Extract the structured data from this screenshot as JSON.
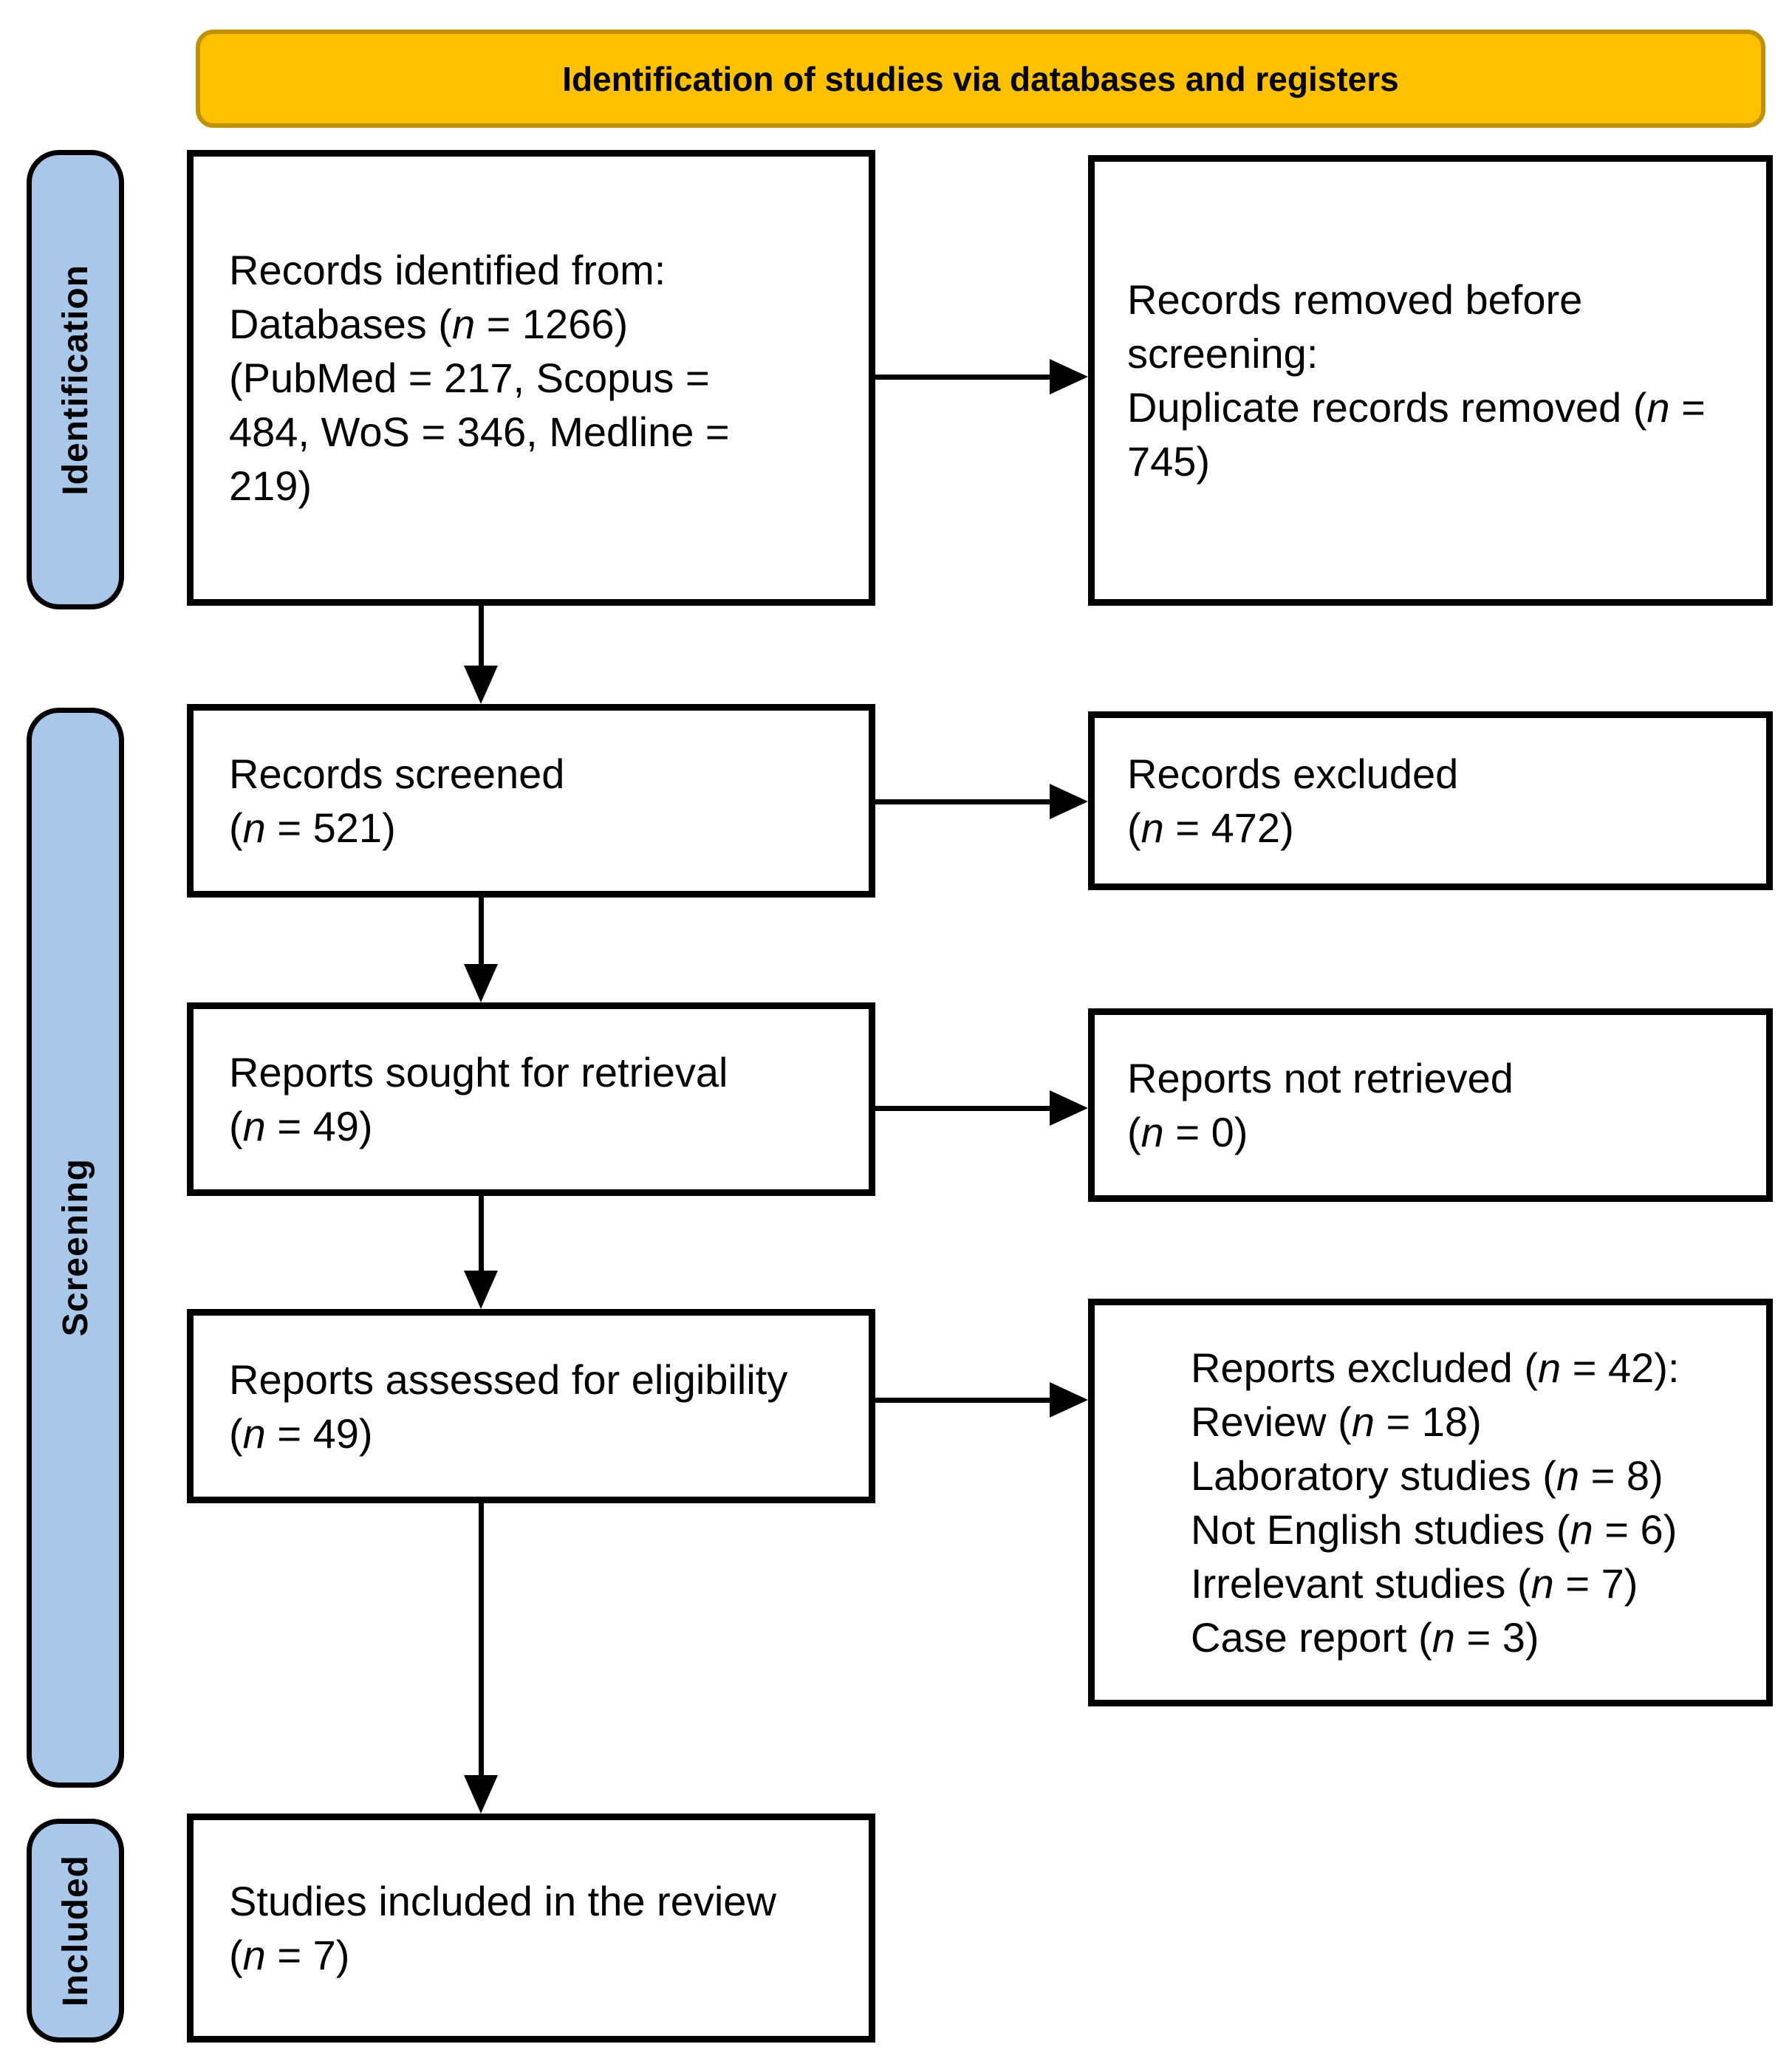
{
  "banner": {
    "title": "Identification of studies via databases and registers"
  },
  "stages": {
    "identification": "Identification",
    "screening": "Screening",
    "included": "Included"
  },
  "boxes": {
    "records_identified": {
      "lines": [
        "Records identified from:",
        "Databases (n = 1266)",
        "(PubMed = 217, Scopus =",
        "484, WoS = 346, Medline =",
        "219)"
      ]
    },
    "records_removed": {
      "lines": [
        "Records removed before",
        "screening:",
        "Duplicate records removed (n =",
        "745)"
      ]
    },
    "records_screened": {
      "lines": [
        "Records screened",
        "(n = 521)"
      ]
    },
    "records_excluded": {
      "lines": [
        "Records excluded",
        "(n = 472)"
      ]
    },
    "reports_sought": {
      "lines": [
        "Reports sought for retrieval",
        "(n = 49)"
      ]
    },
    "reports_not_retrieved": {
      "lines": [
        "Reports not retrieved",
        "(n = 0)"
      ]
    },
    "reports_assessed": {
      "lines": [
        "Reports assessed for eligibility",
        "(n = 49)"
      ]
    },
    "reports_excluded": {
      "lines": [
        "Reports excluded (n = 42):",
        "Review (n = 18)",
        "Laboratory studies (n = 8)",
        "Not English studies (n = 6)",
        "Irrelevant studies (n = 7)",
        "Case report (n = 3)"
      ]
    },
    "studies_included": {
      "lines": [
        "Studies included in the review",
        "(n = 7)"
      ]
    }
  },
  "colors": {
    "banner_bg": "#FFC000",
    "banner_border": "#BF9000",
    "stage_bg": "#A9C7E9",
    "stage_border": "#000000",
    "box_border": "#000000",
    "arrow": "#000000",
    "text": "#000000",
    "bg": "#FFFFFF"
  }
}
